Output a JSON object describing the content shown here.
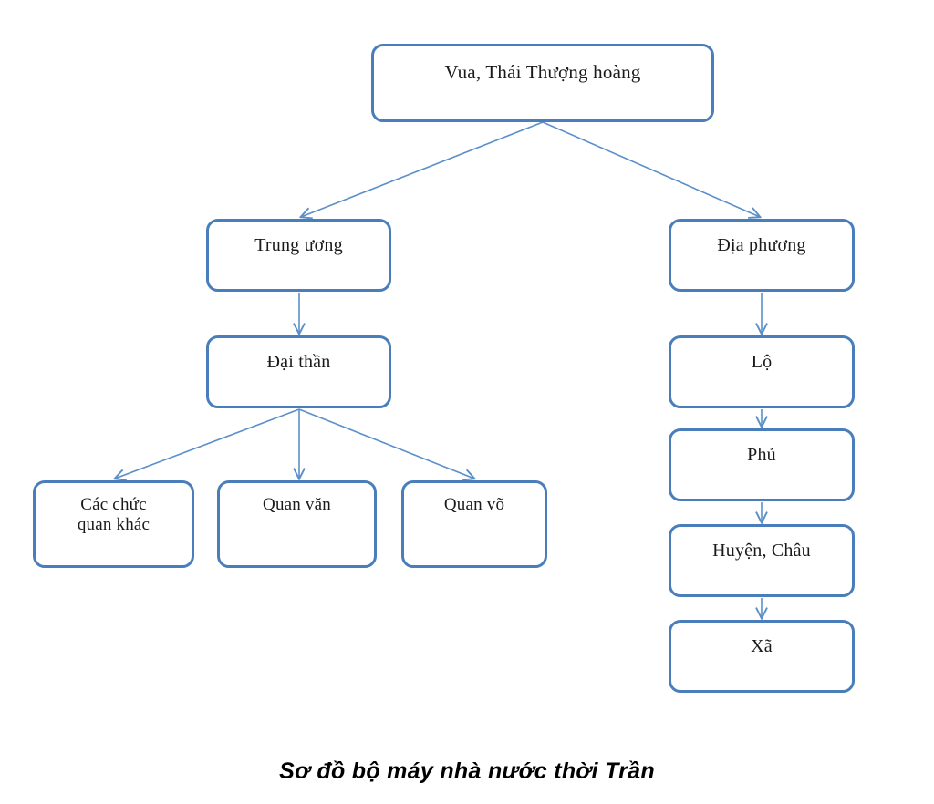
{
  "diagram": {
    "caption": "Sơ đồ bộ máy nhà nước thời Trần",
    "background_color": "#ffffff",
    "box_border_color": "#4a7ebb",
    "connector_color": "#5b8fc9",
    "text_color": "#1a1a1a",
    "nodes": {
      "root": "Vua, Thái Thượng hoàng",
      "trung_uong": "Trung ương",
      "dia_phuong": "Địa phương",
      "dai_than": "Đại thần",
      "lo": "Lộ",
      "cac_chuc_quan_khac": "Các chức\nquan khác",
      "quan_van": "Quan văn",
      "quan_vo": "Quan võ",
      "phu": "Phủ",
      "huyen_chau": "Huyện, Châu",
      "xa": "Xã"
    }
  }
}
